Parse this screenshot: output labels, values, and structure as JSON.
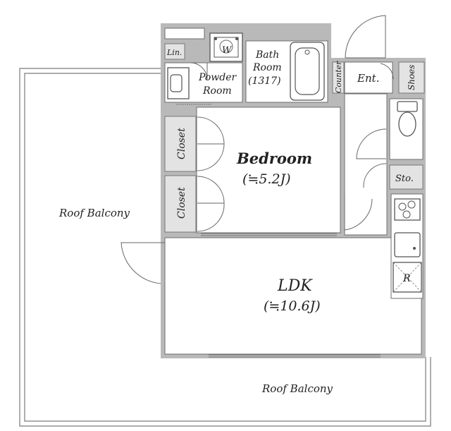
{
  "labels": {
    "roof_balcony_left": "Roof Balcony",
    "roof_balcony_bottom": "Roof Balcony",
    "bedroom_name": "Bedroom",
    "bedroom_size": "(≒5.2J)",
    "ldk_name": "LDK",
    "ldk_size": "(≒10.6J)",
    "bath_line1": "Bath",
    "bath_line2": "Room",
    "bath_size": "(1317)",
    "powder_line1": "Powder",
    "powder_line2": "Room",
    "washer": "W",
    "linen": "Lin.",
    "counter": "Counter",
    "entrance": "Ent.",
    "shoes": "Shoes",
    "storage": "Sto.",
    "closet_upper": "Closet",
    "closet_lower": "Closet",
    "refrigerator": "R"
  },
  "colors": {
    "wall": "#b9b9b9",
    "storage_fill": "#e3e3e3",
    "outline": "#6d6d6d"
  }
}
